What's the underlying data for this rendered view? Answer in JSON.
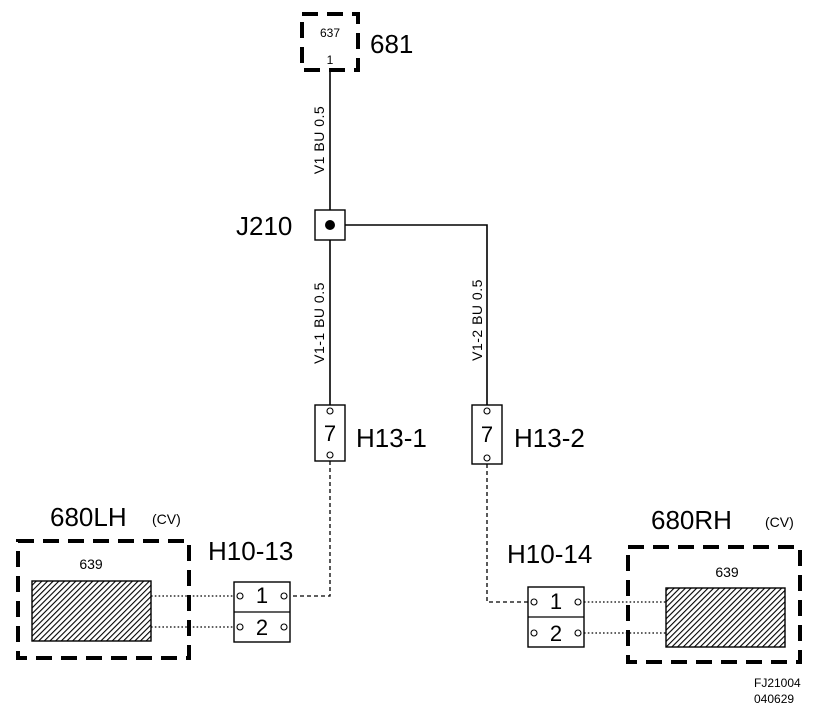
{
  "top_component": {
    "number": "681",
    "connector": "637",
    "pin": "1"
  },
  "junction": {
    "label": "J210"
  },
  "wires": {
    "v1": "V1  BU  0.5",
    "v1_1": "V1-1  BU  0.5",
    "v1_2": "V1-2  BU  0.5"
  },
  "connectors": {
    "h13_1": {
      "label": "H13-1",
      "pin": "7"
    },
    "h13_2": {
      "label": "H13-2",
      "pin": "7"
    },
    "h10_13": {
      "label": "H10-13",
      "pin1": "1",
      "pin2": "2"
    },
    "h10_14": {
      "label": "H10-14",
      "pin1": "1",
      "pin2": "2"
    }
  },
  "left_component": {
    "number": "680LH",
    "suffix": "(CV)",
    "connector": "639"
  },
  "right_component": {
    "number": "680RH",
    "suffix": "(CV)",
    "connector": "639"
  },
  "footer": {
    "code": "FJ21004",
    "date": "040629"
  }
}
